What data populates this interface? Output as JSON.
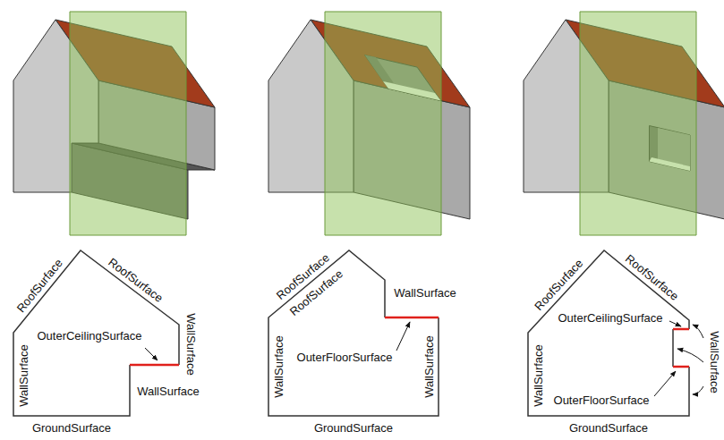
{
  "diagram": {
    "labels": [
      "RoofSurface",
      "RoofSurface",
      "WallSurface",
      "OuterCeilingSurface",
      "WallSurface",
      "WallSurface",
      "GroundSurface",
      "RoofSurface",
      "RoofSurface",
      "WallSurface",
      "OuterFloorSurface",
      "WallSurface",
      "WallSurface",
      "GroundSurface",
      "RoofSurface",
      "RoofSurface",
      "OuterCeilingSurface",
      "WallSurface",
      "WallSurface",
      "OuterFloorSurface",
      "GroundSurface"
    ]
  }
}
